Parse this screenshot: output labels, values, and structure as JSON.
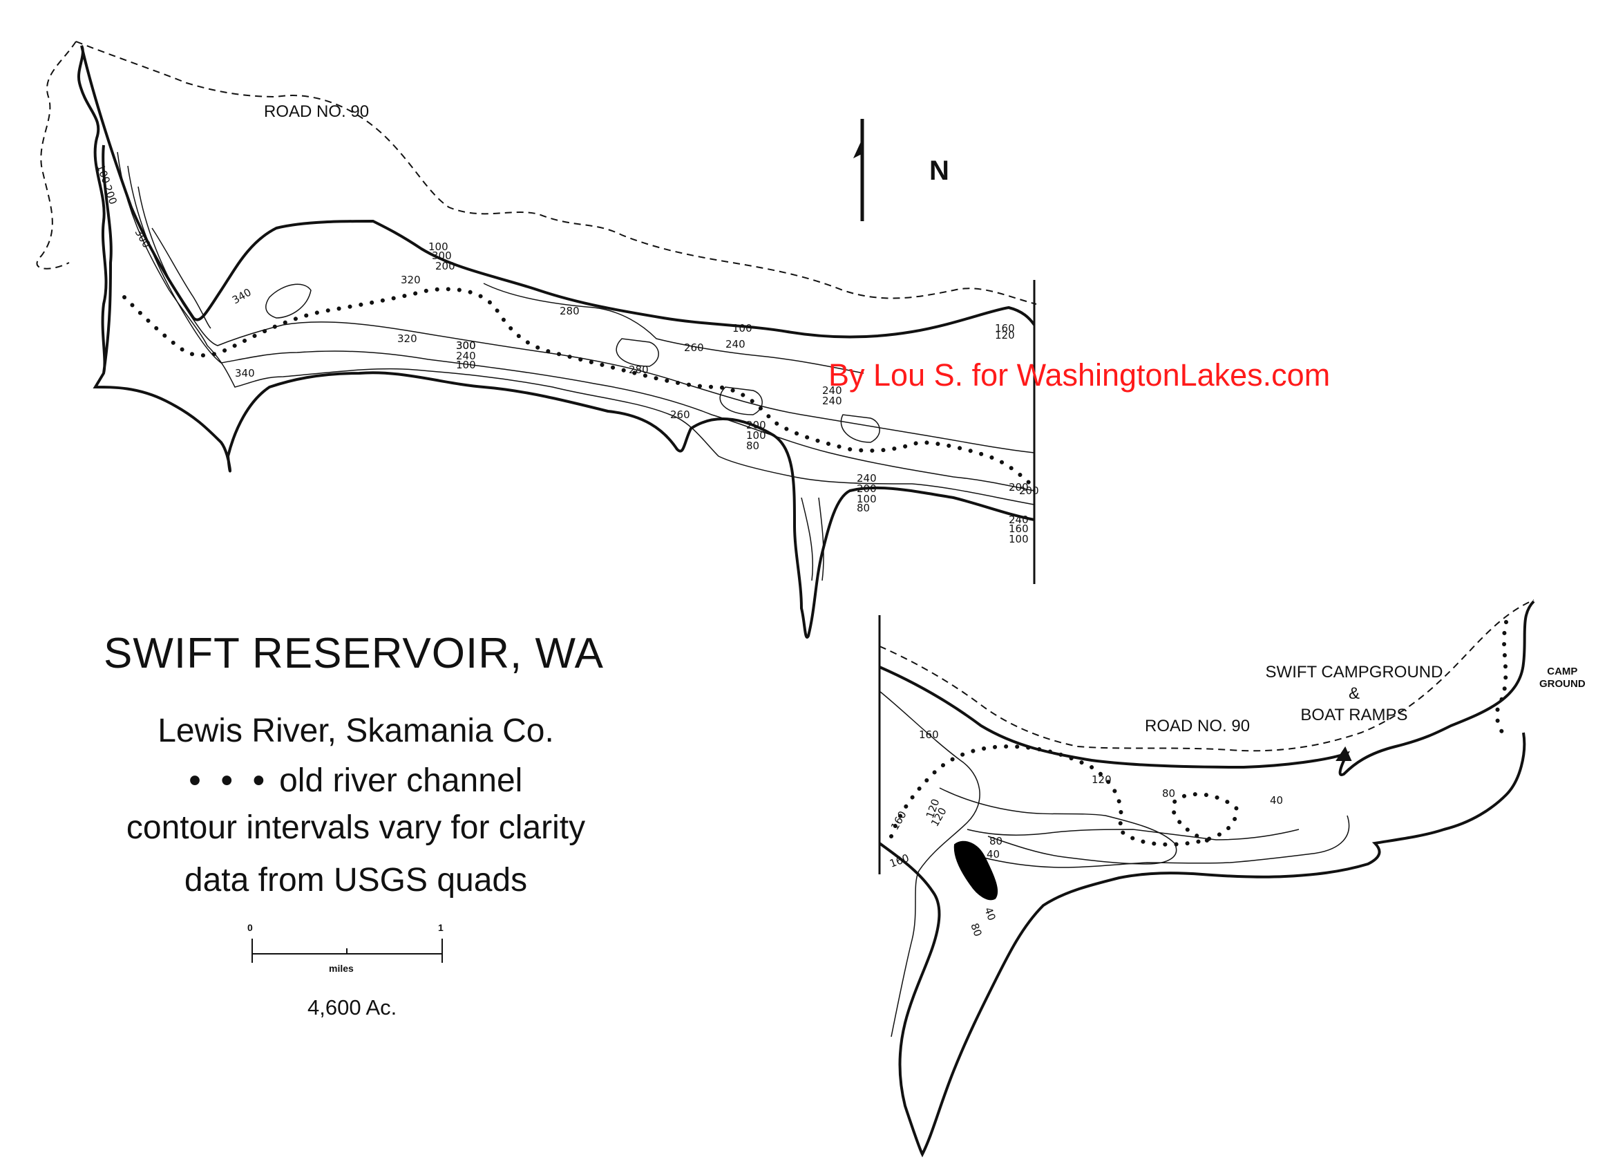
{
  "credit": {
    "text": "By Lou S. for WashingtonLakes.com",
    "color": "#ff1a1a"
  },
  "north_arrow": {
    "label": "N"
  },
  "legend": {
    "title": "SWIFT RESERVOIR, WA",
    "lines": [
      "Lewis River, Skamania Co.",
      "old river channel",
      "contour intervals vary for clarity",
      "data from USGS quads"
    ],
    "channel_symbol": "• • •"
  },
  "scale_bar": {
    "start": "0",
    "end": "1",
    "unit": "miles"
  },
  "area": "4,600 Ac.",
  "roads": {
    "upper": "ROAD NO. 90",
    "lower": "ROAD NO. 90"
  },
  "poi": {
    "campground_line1": "SWIFT CAMPGROUND",
    "campground_line2": "&",
    "campground_line3": "BOAT  RAMPS",
    "camp_ground_1": "CAMP",
    "camp_ground_2": "GROUND"
  },
  "depth_labels": {
    "upper": [
      "100",
      "200",
      "300",
      "340",
      "340",
      "320",
      "320",
      "300",
      "280",
      "260",
      "240",
      "240",
      "300",
      "240",
      "100",
      "200",
      "300",
      "100",
      "240",
      "200",
      "100",
      "80",
      "200",
      "240",
      "160",
      "120",
      "100",
      "120",
      "160",
      "100",
      "240",
      "200",
      "100",
      "80",
      "280",
      "260",
      "200"
    ],
    "lower": [
      "160",
      "120",
      "80",
      "40",
      "160",
      "120",
      "80",
      "40",
      "120",
      "80",
      "40",
      "160"
    ]
  }
}
